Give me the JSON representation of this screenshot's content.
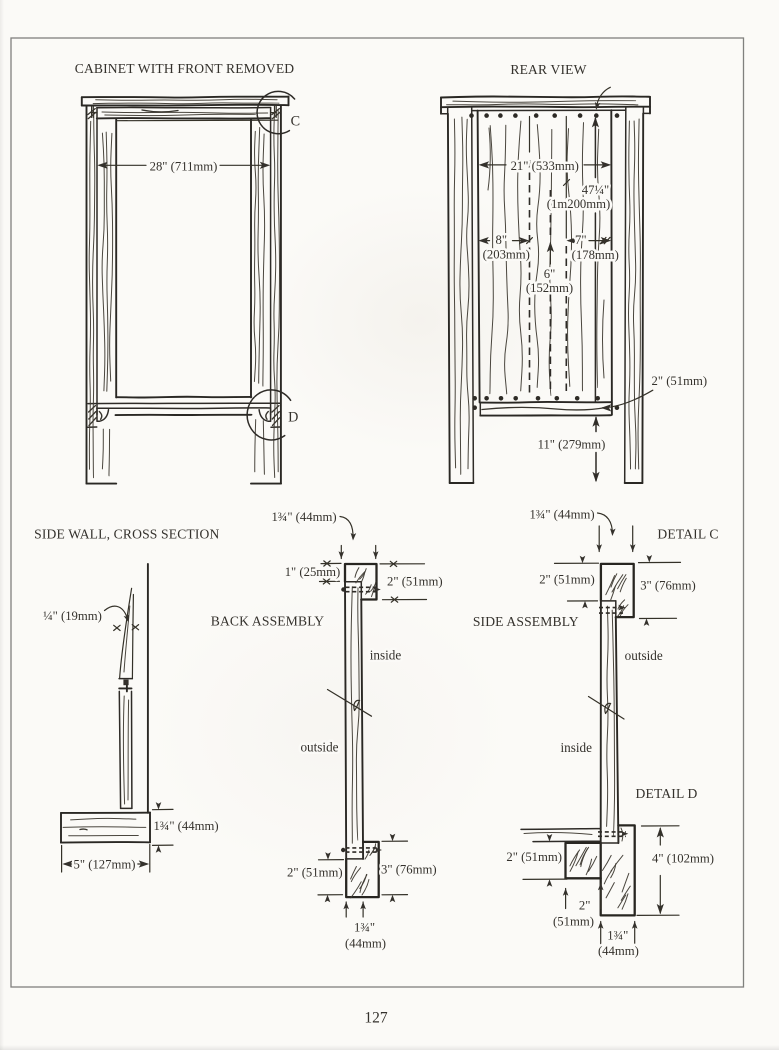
{
  "page": {
    "number": "127",
    "ink_color": "#34312c",
    "paper_color": "#fbfaf7",
    "border_color": "#8f8f8d"
  },
  "front": {
    "title": "CABINET WITH FRONT REMOVED",
    "dim_w": "28\" (711mm)",
    "detail_c": "C",
    "detail_d": "D"
  },
  "rear": {
    "title": "REAR VIEW",
    "dim_w": "21\" (533mm)",
    "dim_h1": "47¼\"",
    "dim_h1mm": "(1m200mm)",
    "dim_8": "8\"",
    "dim_8mm": "(203mm)",
    "dim_7": "7\"",
    "dim_7mm": "(178mm)",
    "dim_6": "6\"",
    "dim_6mm": "(152mm)",
    "dim_2": "2\" (51mm)",
    "dim_11": "11\" (279mm)"
  },
  "sidewall": {
    "title": "SIDE WALL, CROSS SECTION",
    "dim_t": "¼\" (19mm)",
    "dim_h": "1¾\" (44mm)",
    "dim_w": "5\" (127mm)"
  },
  "backasm": {
    "title": "BACK ASSEMBLY",
    "inside": "inside",
    "outside": "outside",
    "dim_t": "1¾\" (44mm)",
    "dim_1": "1\" (25mm)",
    "dim_2t": "2\" (51mm)",
    "dim_2b": "2\" (51mm)",
    "dim_3": "3\" (76mm)",
    "dim_wa": "1¾\"",
    "dim_wb": "(44mm)"
  },
  "sideasm": {
    "title": "SIDE ASSEMBLY",
    "detail_c": "DETAIL C",
    "detail_d": "DETAIL D",
    "outside": "outside",
    "inside": "inside",
    "dim_t": "1¾\" (44mm)",
    "dim_2t": "2\" (51mm)",
    "dim_3": "3\" (76mm)",
    "dim_2l": "2\" (51mm)",
    "dim_4": "4\" (102mm)",
    "dim_2wa": "2\"",
    "dim_2wb": "(51mm)",
    "dim_wa": "1¾\"",
    "dim_wb": "(44mm)"
  }
}
